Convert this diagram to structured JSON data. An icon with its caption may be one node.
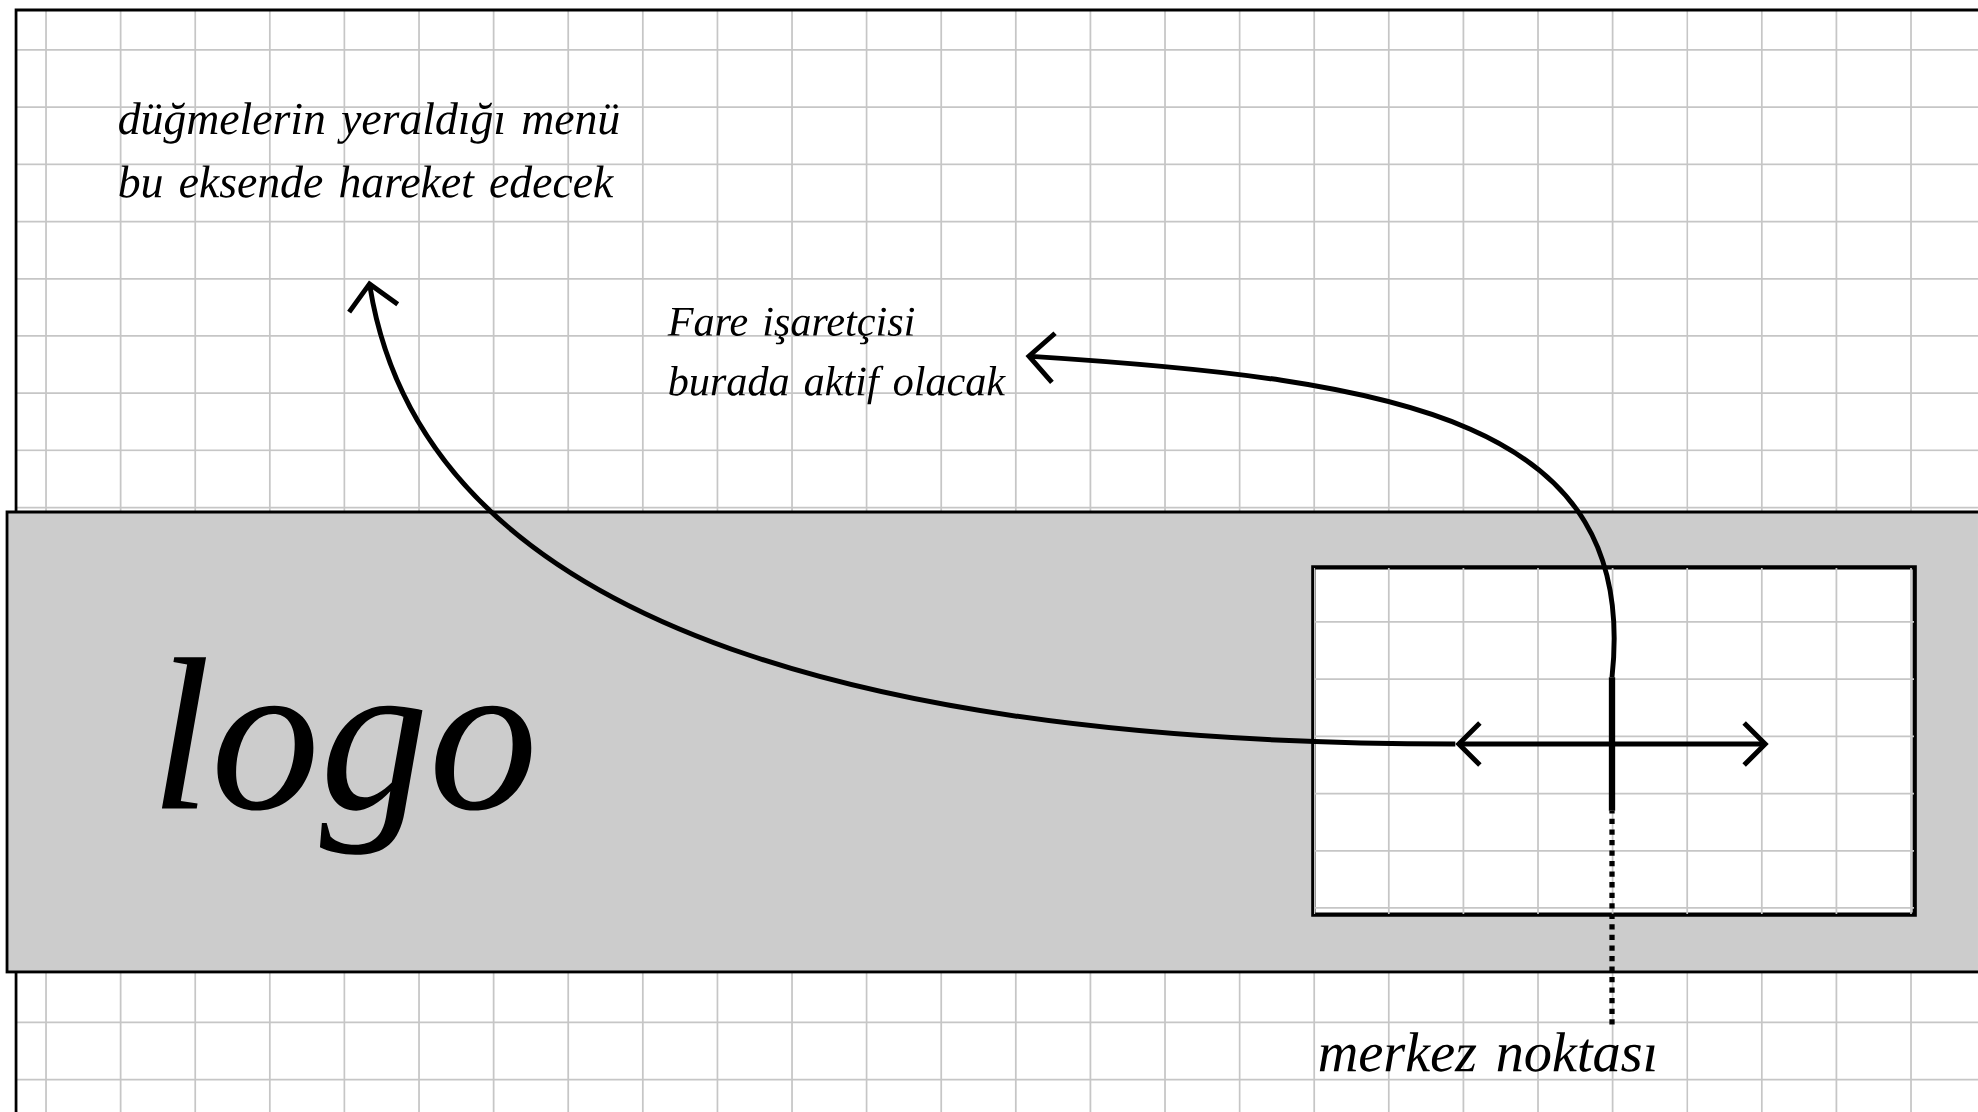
{
  "diagram": {
    "nodes": [
      {
        "text": [
          "logo"
        ]
      },
      {
        "text": [],
        "shape": "box",
        "in": 0
      },
      {
        "text": [
          "düğmelerin yeraldığı menü bu eksende hareket edecek"
        ]
      },
      {
        "text": [
          "Fare işaretçisi burada aktif olacak"
        ]
      },
      {
        "text": [
          "merkez noktası"
        ]
      },
      {
        "text": [],
        "shape": "cross",
        "in": 1
      }
    ],
    "edges": [
      {
        "from": 5,
        "to": 2,
        "arrow": "to"
      },
      {
        "from": 5,
        "to": 3,
        "arrow": "to"
      },
      {
        "from": 4,
        "to": 5,
        "arrow": "none",
        "style": "dashed"
      }
    ]
  }
}
